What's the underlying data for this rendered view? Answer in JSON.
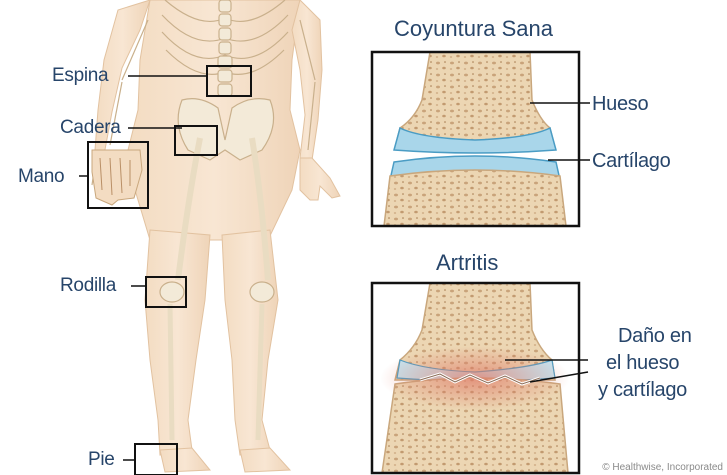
{
  "labels": {
    "spine": "Espina",
    "hip": "Cadera",
    "hand": "Mano",
    "knee": "Rodilla",
    "foot": "Pie"
  },
  "healthy_joint": {
    "title": "Coyuntura Sana",
    "bone_label": "Hueso",
    "cartilage_label": "Cartílago"
  },
  "arthritis": {
    "title": "Artritis",
    "damage_line1": "Daño en",
    "damage_line2": "el hueso",
    "damage_line3": "y cartílago"
  },
  "credit": "© Healthwise, Incorporated",
  "colors": {
    "label_text": "#27456a",
    "bone": "#e8cfa8",
    "bone_outline": "#c9a77d",
    "cartilage": "#a9d6ea",
    "cartilage_edge": "#4a9cc4",
    "damage": "#e07d6a",
    "box_border": "#111111"
  }
}
